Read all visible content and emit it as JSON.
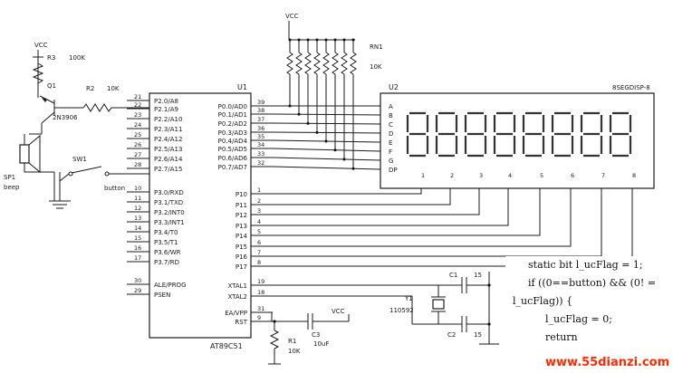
{
  "power_label": "VCC",
  "resistor_r3": {
    "ref": "R3",
    "value": "100K"
  },
  "transistor": {
    "ref": "Q1",
    "part": "2N3906"
  },
  "resistor_r2": {
    "ref": "R2",
    "value": "10K"
  },
  "speaker": {
    "ref": "SP1",
    "name": "beep"
  },
  "switch": {
    "ref": "SW1",
    "name": "button"
  },
  "resistor_net": {
    "ref": "RN1",
    "value": "10K"
  },
  "mcu": {
    "ref": "U1",
    "part": "AT89C51",
    "left_pins": [
      {
        "num": "21",
        "name": "P2.0/A8"
      },
      {
        "num": "22",
        "name": "P2.1/A9"
      },
      {
        "num": "23",
        "name": "P2.2/A10"
      },
      {
        "num": "24",
        "name": "P2.3/A11"
      },
      {
        "num": "25",
        "name": "P2.4/A12"
      },
      {
        "num": "26",
        "name": "P2.5/A13"
      },
      {
        "num": "27",
        "name": "P2.6/A14"
      },
      {
        "num": "28",
        "name": "P2.7/A15"
      },
      {
        "num": "10",
        "name": "P3.0/RXD"
      },
      {
        "num": "11",
        "name": "P3.1/TXD"
      },
      {
        "num": "12",
        "name": "P3.2/INT0"
      },
      {
        "num": "13",
        "name": "P3.3/INT1"
      },
      {
        "num": "14",
        "name": "P3.4/T0"
      },
      {
        "num": "15",
        "name": "P3.5/T1"
      },
      {
        "num": "16",
        "name": "P3.6/WR"
      },
      {
        "num": "17",
        "name": "P3.7/RD"
      },
      {
        "num": "30",
        "name": "ALE/PROG"
      },
      {
        "num": "29",
        "name": "PSEN"
      }
    ],
    "right_pins": [
      {
        "num": "39",
        "name": "P0.0/AD0"
      },
      {
        "num": "38",
        "name": "P0.1/AD1"
      },
      {
        "num": "37",
        "name": "P0.2/AD2"
      },
      {
        "num": "36",
        "name": "P0.3/AD3"
      },
      {
        "num": "35",
        "name": "P0.4/AD4"
      },
      {
        "num": "34",
        "name": "P0.5/AD5"
      },
      {
        "num": "33",
        "name": "P0.6/AD6"
      },
      {
        "num": "32",
        "name": "P0.7/AD7"
      },
      {
        "num": "1",
        "name": "P10"
      },
      {
        "num": "2",
        "name": "P11"
      },
      {
        "num": "3",
        "name": "P12"
      },
      {
        "num": "4",
        "name": "P13"
      },
      {
        "num": "5",
        "name": "P14"
      },
      {
        "num": "6",
        "name": "P15"
      },
      {
        "num": "7",
        "name": "P16"
      },
      {
        "num": "8",
        "name": "P17"
      },
      {
        "num": "19",
        "name": "XTAL1"
      },
      {
        "num": "18",
        "name": "XTAL2"
      },
      {
        "num": "31",
        "name": "EA/VPP"
      },
      {
        "num": "9",
        "name": "RST"
      }
    ]
  },
  "display": {
    "ref": "U2",
    "part": "8SEGDISP-8",
    "segment_pins": [
      "A",
      "B",
      "C",
      "D",
      "E",
      "F",
      "G",
      "DP"
    ],
    "digit_pins": [
      "1",
      "2",
      "3",
      "4",
      "5",
      "6",
      "7",
      "8"
    ]
  },
  "crystal": {
    "ref": "Y1",
    "value": "110592"
  },
  "cap_c1": {
    "ref": "C1",
    "value": "15"
  },
  "cap_c2": {
    "ref": "C2",
    "value": "15"
  },
  "cap_c3": {
    "ref": "C3",
    "value": "10uF"
  },
  "resistor_r1": {
    "ref": "R1",
    "value": "10K"
  },
  "code_lines": [
    "static bit l_ucFlag = 1;",
    "if  ((0==button) &&   (0!  =",
    "l_ucFlag)) {",
    "l_ucFlag = 0;",
    "return"
  ],
  "watermark": "www.55dianzi.com"
}
